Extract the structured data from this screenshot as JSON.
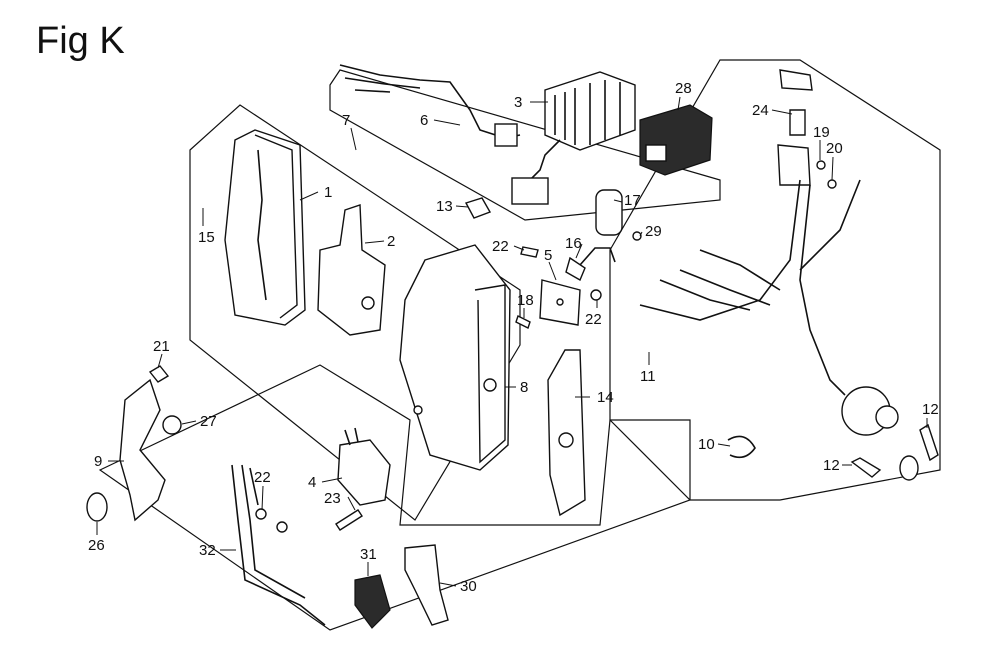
{
  "figure": {
    "title": "Fig K"
  },
  "callouts": {
    "c1": "1",
    "c2": "2",
    "c3": "3",
    "c4": "4",
    "c5": "5",
    "c6": "6",
    "c7": "7",
    "c8": "8",
    "c9": "9",
    "c10": "10",
    "c11": "11",
    "c12a": "12",
    "c12b": "12",
    "c13": "13",
    "c14": "14",
    "c15": "15",
    "c16": "16",
    "c17": "17",
    "c18": "18",
    "c19": "19",
    "c20": "20",
    "c21": "21",
    "c22a": "22",
    "c22b": "22",
    "c22c": "22",
    "c23": "23",
    "c24": "24",
    "c26": "26",
    "c27": "27",
    "c28": "28",
    "c29": "29",
    "c30": "30",
    "c31": "31",
    "c32": "32"
  }
}
